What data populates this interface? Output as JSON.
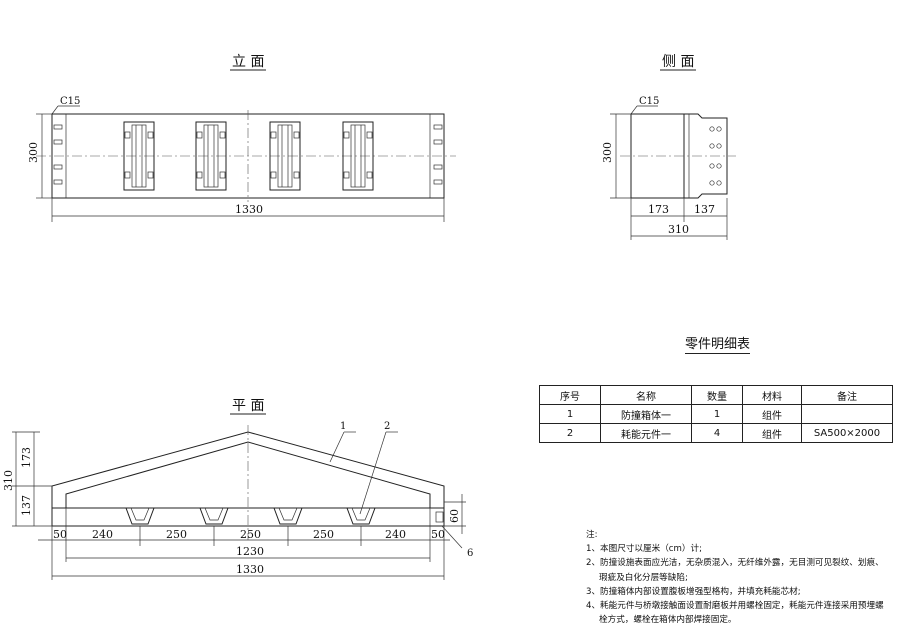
{
  "views": {
    "elevation_title": "立 面",
    "side_title": "侧 面",
    "plan_title": "平 面"
  },
  "elevation": {
    "concrete_label": "C15",
    "height_dim": "300",
    "length_dim": "1330"
  },
  "side": {
    "concrete_label": "C15",
    "height_dim": "300",
    "dim_left": "173",
    "dim_right": "137",
    "dim_total": "310"
  },
  "plan": {
    "dim_top": "173",
    "dim_bottom": "137",
    "dim_total_height": "310",
    "dim_60": "60",
    "segments": [
      "50",
      "240",
      "250",
      "250",
      "250",
      "240",
      "50"
    ],
    "dim_1230": "1230",
    "dim_1330": "1330",
    "callout_1": "1",
    "callout_2": "2",
    "callout_6": "6"
  },
  "parts_table": {
    "title": "零件明细表",
    "headers": [
      "序号",
      "名称",
      "数量",
      "材料",
      "备注"
    ],
    "rows": [
      [
        "1",
        "防撞箱体一",
        "1",
        "组件",
        ""
      ],
      [
        "2",
        "耗能元件一",
        "4",
        "组件",
        "SA500×2000"
      ]
    ]
  },
  "notes": {
    "heading": "注:",
    "items": [
      "1、本图尺寸以厘米（cm）计;",
      "2、防撞设施表面应光洁，无杂质混入，无纤维外露，无目测可见裂纹、划痕、",
      "瑕疵及白化分层等缺陷;",
      "3、防撞箱体内部设置腹板增强型格构，并填充耗能芯材;",
      "4、耗能元件与桥墩接触面设置耐磨板并用螺栓固定，耗能元件连接采用预埋螺",
      "栓方式，螺栓在箱体内部焊接固定。"
    ]
  }
}
